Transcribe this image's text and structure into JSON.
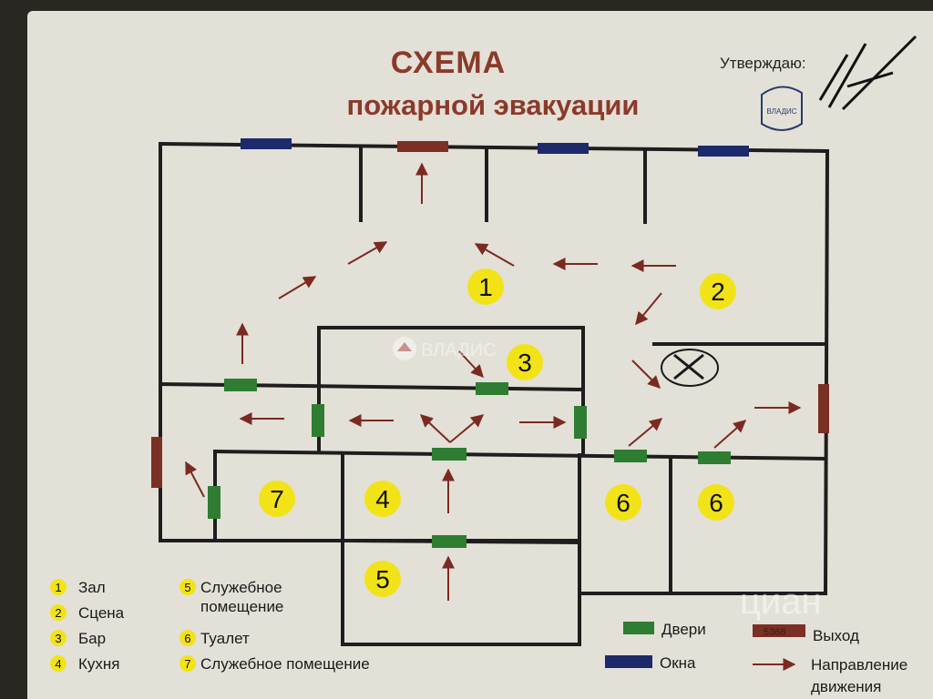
{
  "title": {
    "line1": "СХЕМА",
    "line2": "пожарной эвакуации"
  },
  "approval": {
    "label": "Утверждаю:",
    "stamp_text": "ВЛАДИС",
    "signature": "подпись"
  },
  "rooms": [
    {
      "num": "1",
      "name": "Зал"
    },
    {
      "num": "2",
      "name": "Сцена"
    },
    {
      "num": "3",
      "name": "Бар"
    },
    {
      "num": "4",
      "name": "Кухня"
    },
    {
      "num": "5",
      "name": "Служебное помещение"
    },
    {
      "num": "6",
      "name": "Туалет"
    },
    {
      "num": "7",
      "name": "Служебное помещение"
    }
  ],
  "plan_labels": {
    "r1": "1",
    "r2": "2",
    "r3": "3",
    "r4": "4",
    "r5": "5",
    "r6a": "6",
    "r6b": "6",
    "r7": "7"
  },
  "key": {
    "doors": "Двери",
    "exit": "Выход",
    "windows": "Окна",
    "direction_line1": "Направление",
    "direction_line2": "движения"
  },
  "watermarks": {
    "vladis": "ВЛАДИС",
    "cian": "циан",
    "cian_id": "5368"
  },
  "colors": {
    "wall": "#1e1e1e",
    "door": "#2e7d32",
    "exit": "#7a3024",
    "window": "#1c2a6b",
    "arrow": "#7a2a22",
    "badge": "#f2e318",
    "title": "#8b3a2a"
  }
}
